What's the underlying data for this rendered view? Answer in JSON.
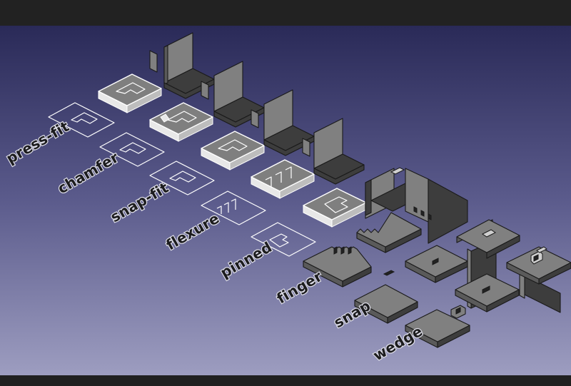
{
  "viewport": {
    "background_top": "#2a2a58",
    "background_bottom": "#9d9dc0"
  },
  "joints": {
    "press_fit": "press-fit",
    "chamfer": "chamfer",
    "snap_fit": "snap-fit",
    "flexure": "flexure",
    "pinned": "pinned",
    "finger": "finger",
    "snap": "snap",
    "wedge": "wedge"
  }
}
